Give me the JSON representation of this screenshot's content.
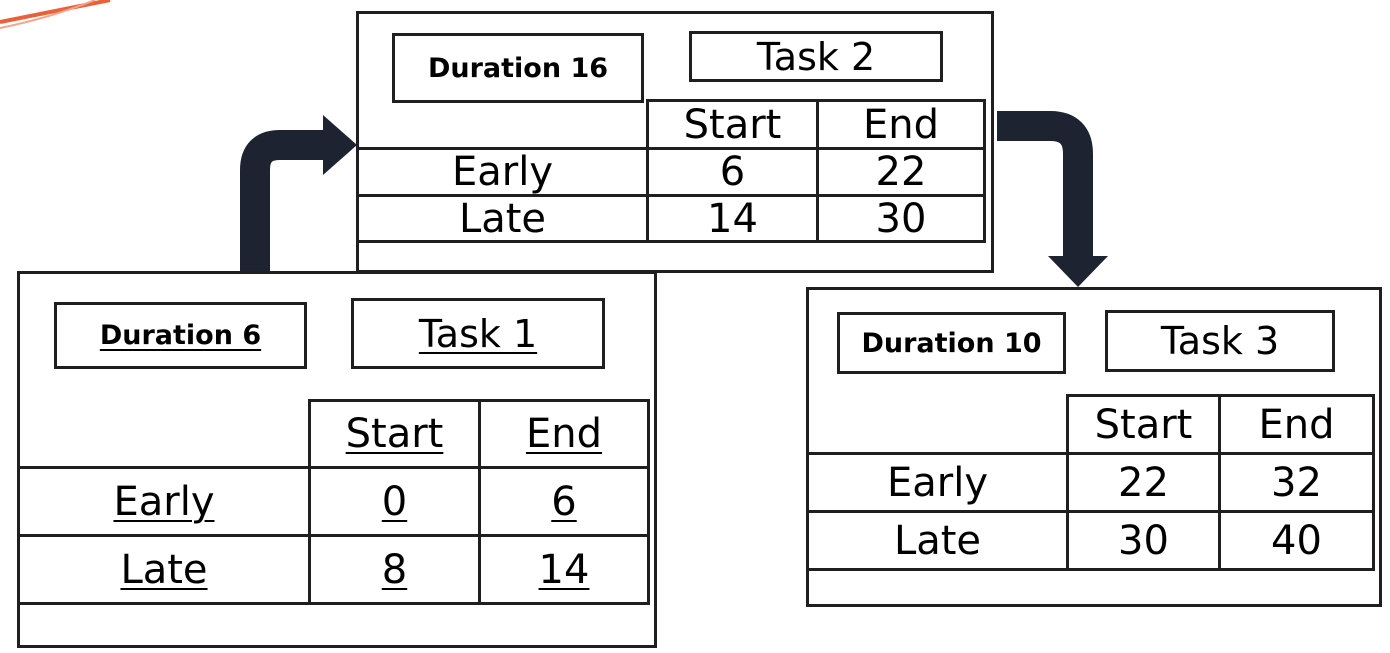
{
  "tasks": [
    {
      "name": "Task 2",
      "duration": "Duration 16",
      "start_header": "Start",
      "end_header": "End",
      "early_label": "Early",
      "late_label": "Late",
      "early_start": "6",
      "early_end": "22",
      "late_start": "14",
      "late_end": "30"
    },
    {
      "name": "Task 1",
      "duration": "Duration 6",
      "start_header": "Start",
      "end_header": "End",
      "early_label": "Early",
      "late_label": "Late",
      "early_start": "0",
      "early_end": "6",
      "late_start": "8",
      "late_end": "14"
    },
    {
      "name": "Task 3",
      "duration": "Duration 10",
      "start_header": "Start",
      "end_header": "End",
      "early_label": "Early",
      "late_label": "Late",
      "early_start": "22",
      "early_end": "32",
      "late_start": "30",
      "late_end": "40"
    }
  ],
  "colors": {
    "border": "#1f1f1f",
    "arrow": "#1e2331",
    "accent": "#e8613a"
  }
}
